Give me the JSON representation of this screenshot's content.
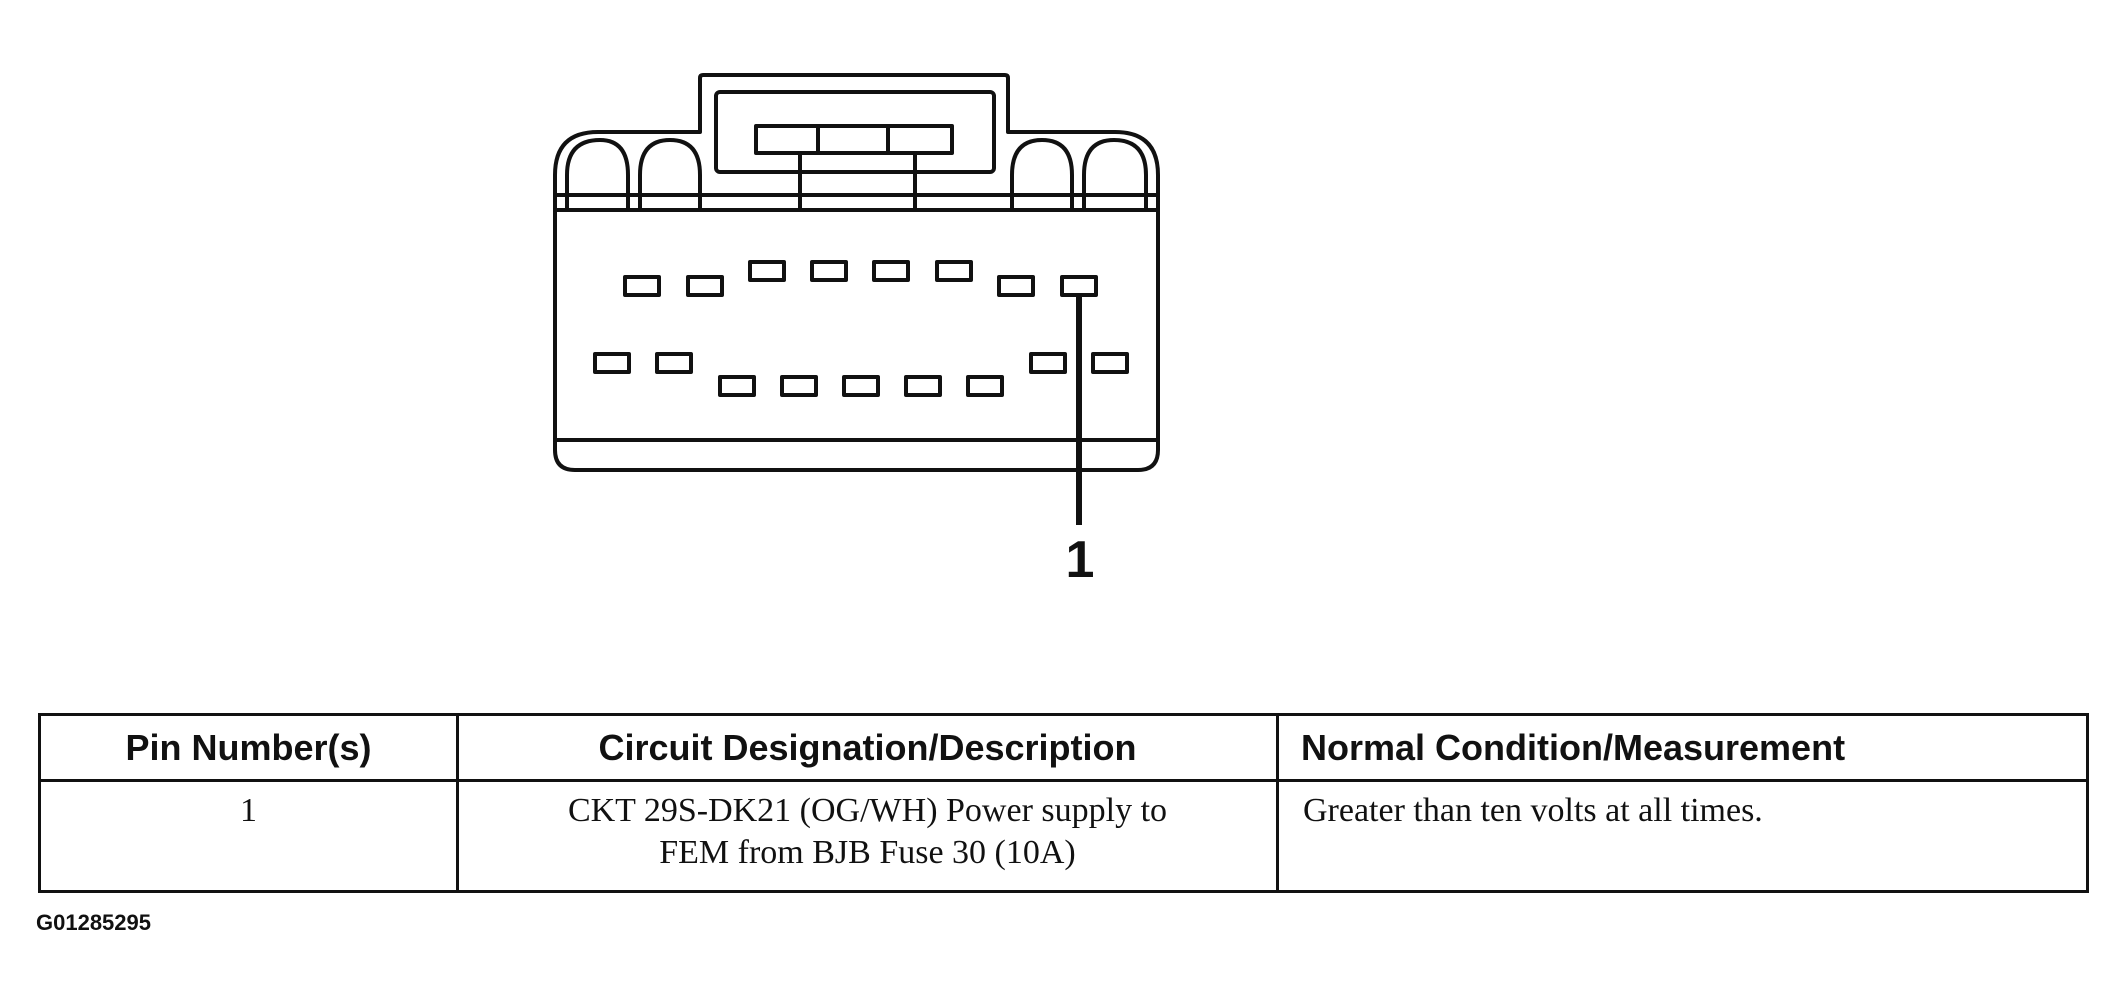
{
  "diagram": {
    "pin_callout": "1"
  },
  "table": {
    "headers": [
      "Pin Number(s)",
      "Circuit Designation/Description",
      "Normal Condition/Measurement"
    ],
    "rows": [
      {
        "pin": "1",
        "description_line1": "CKT 29S-DK21 (OG/WH) Power supply to",
        "description_line2": "FEM from BJB Fuse 30 (10A)",
        "condition": "Greater than ten volts at all times."
      }
    ]
  },
  "figure_id": "G01285295"
}
